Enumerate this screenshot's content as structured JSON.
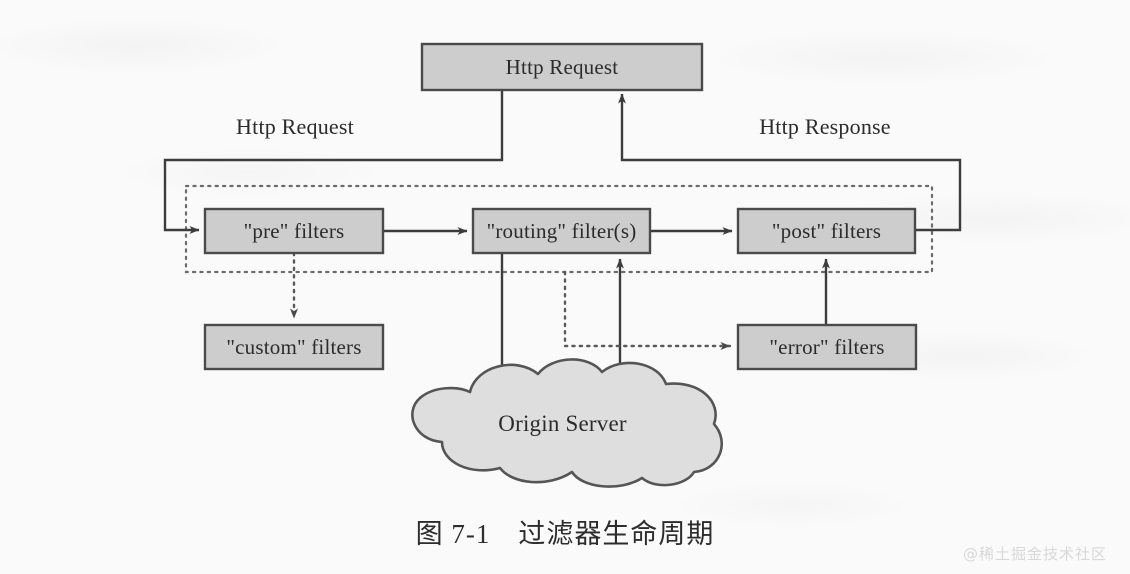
{
  "figure": {
    "caption": "图 7-1　过滤器生命周期",
    "watermark": "@稀土掘金技术社区",
    "colors": {
      "page_background": "#fafafa",
      "box_fill": "#cdcdcd",
      "box_stroke": "#4a4a4a",
      "cloud_fill": "#dedede",
      "cloud_stroke": "#555555",
      "line": "#3c3c3c",
      "dotted_boundary": "#6b6b6b",
      "text": "#2b2b2b",
      "watermark": "#d8d8d8"
    }
  },
  "nodes": [
    {
      "id": "http-request-box",
      "label": "Http Request",
      "shape": "rect"
    },
    {
      "id": "pre-filters",
      "label": "\"pre\" filters",
      "shape": "rect"
    },
    {
      "id": "routing-filters",
      "label": "\"routing\" filter(s)",
      "shape": "rect"
    },
    {
      "id": "post-filters",
      "label": "\"post\" filters",
      "shape": "rect"
    },
    {
      "id": "custom-filters",
      "label": "\"custom\" filters",
      "shape": "rect"
    },
    {
      "id": "error-filters",
      "label": "\"error\" filters",
      "shape": "rect"
    },
    {
      "id": "origin-server",
      "label": "Origin Server",
      "shape": "cloud"
    }
  ],
  "flow_labels": [
    {
      "id": "http-request-flow",
      "label": "Http Request"
    },
    {
      "id": "http-response-flow",
      "label": "Http Response"
    }
  ],
  "edges": [
    {
      "from": "http-request-box",
      "to": "pre-filters",
      "style": "solid",
      "label": "Http Request"
    },
    {
      "from": "pre-filters",
      "to": "routing-filters",
      "style": "solid",
      "label": ""
    },
    {
      "from": "routing-filters",
      "to": "post-filters",
      "style": "solid",
      "label": ""
    },
    {
      "from": "post-filters",
      "to": "http-request-box",
      "style": "solid",
      "label": "Http Response"
    },
    {
      "from": "pre-filters",
      "to": "custom-filters",
      "style": "dotted",
      "label": ""
    },
    {
      "from": "routing-filters",
      "to": "origin-server",
      "style": "solid",
      "label": ""
    },
    {
      "from": "origin-server",
      "to": "routing-filters",
      "style": "solid",
      "label": ""
    },
    {
      "from": "filter-boundary",
      "to": "error-filters",
      "style": "dotted",
      "label": ""
    },
    {
      "from": "error-filters",
      "to": "post-filters",
      "style": "solid",
      "label": ""
    }
  ]
}
